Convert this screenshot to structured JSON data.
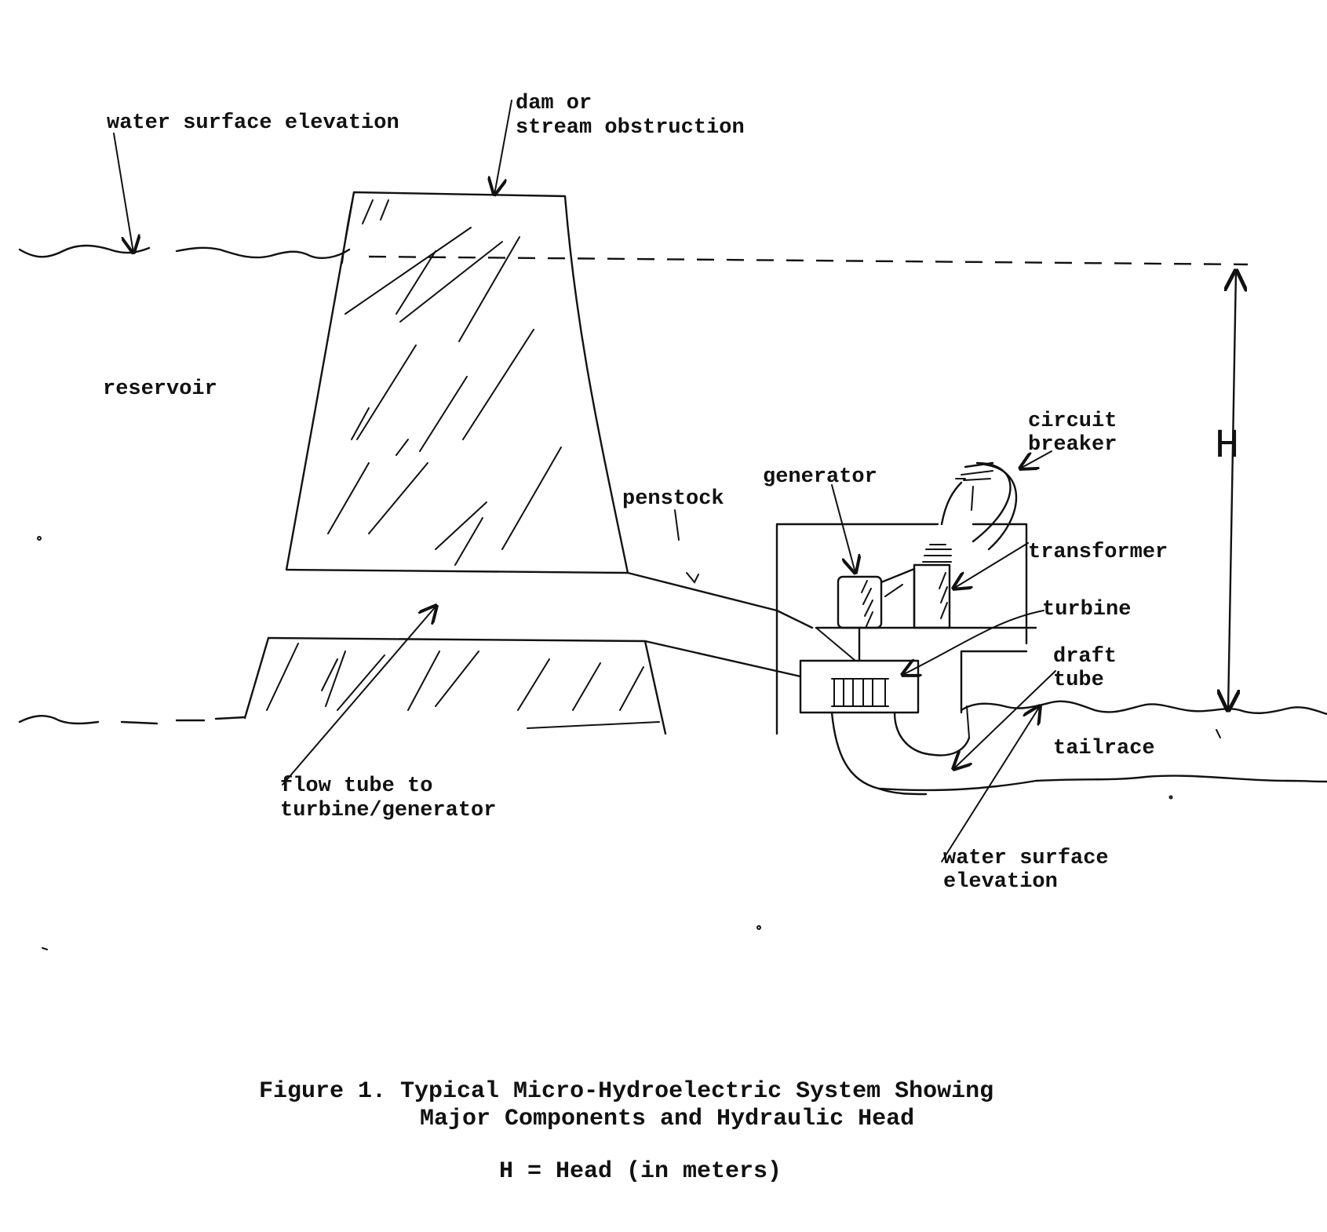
{
  "diagram": {
    "labels": {
      "water_surface_top": "water surface elevation",
      "dam_line1": "dam or",
      "dam_line2": "stream obstruction",
      "reservoir": "reservoir",
      "penstock": "penstock",
      "generator": "generator",
      "circuit_breaker_line1": "circuit",
      "circuit_breaker_line2": "breaker",
      "transformer": "transformer",
      "turbine": "turbine",
      "draft_tube_line1": "draft",
      "draft_tube_line2": "tube",
      "tailrace": "tailrace",
      "flow_tube_line1": "flow tube to",
      "flow_tube_line2": "turbine/generator",
      "water_surface_bottom_line1": "water surface",
      "water_surface_bottom_line2": "elevation",
      "head_symbol": "H"
    },
    "caption": {
      "line1": "Figure 1. Typical Micro-Hydroelectric System Showing",
      "line2": "Major Components and Hydraulic Head",
      "line3": "H = Head (in meters)"
    }
  }
}
